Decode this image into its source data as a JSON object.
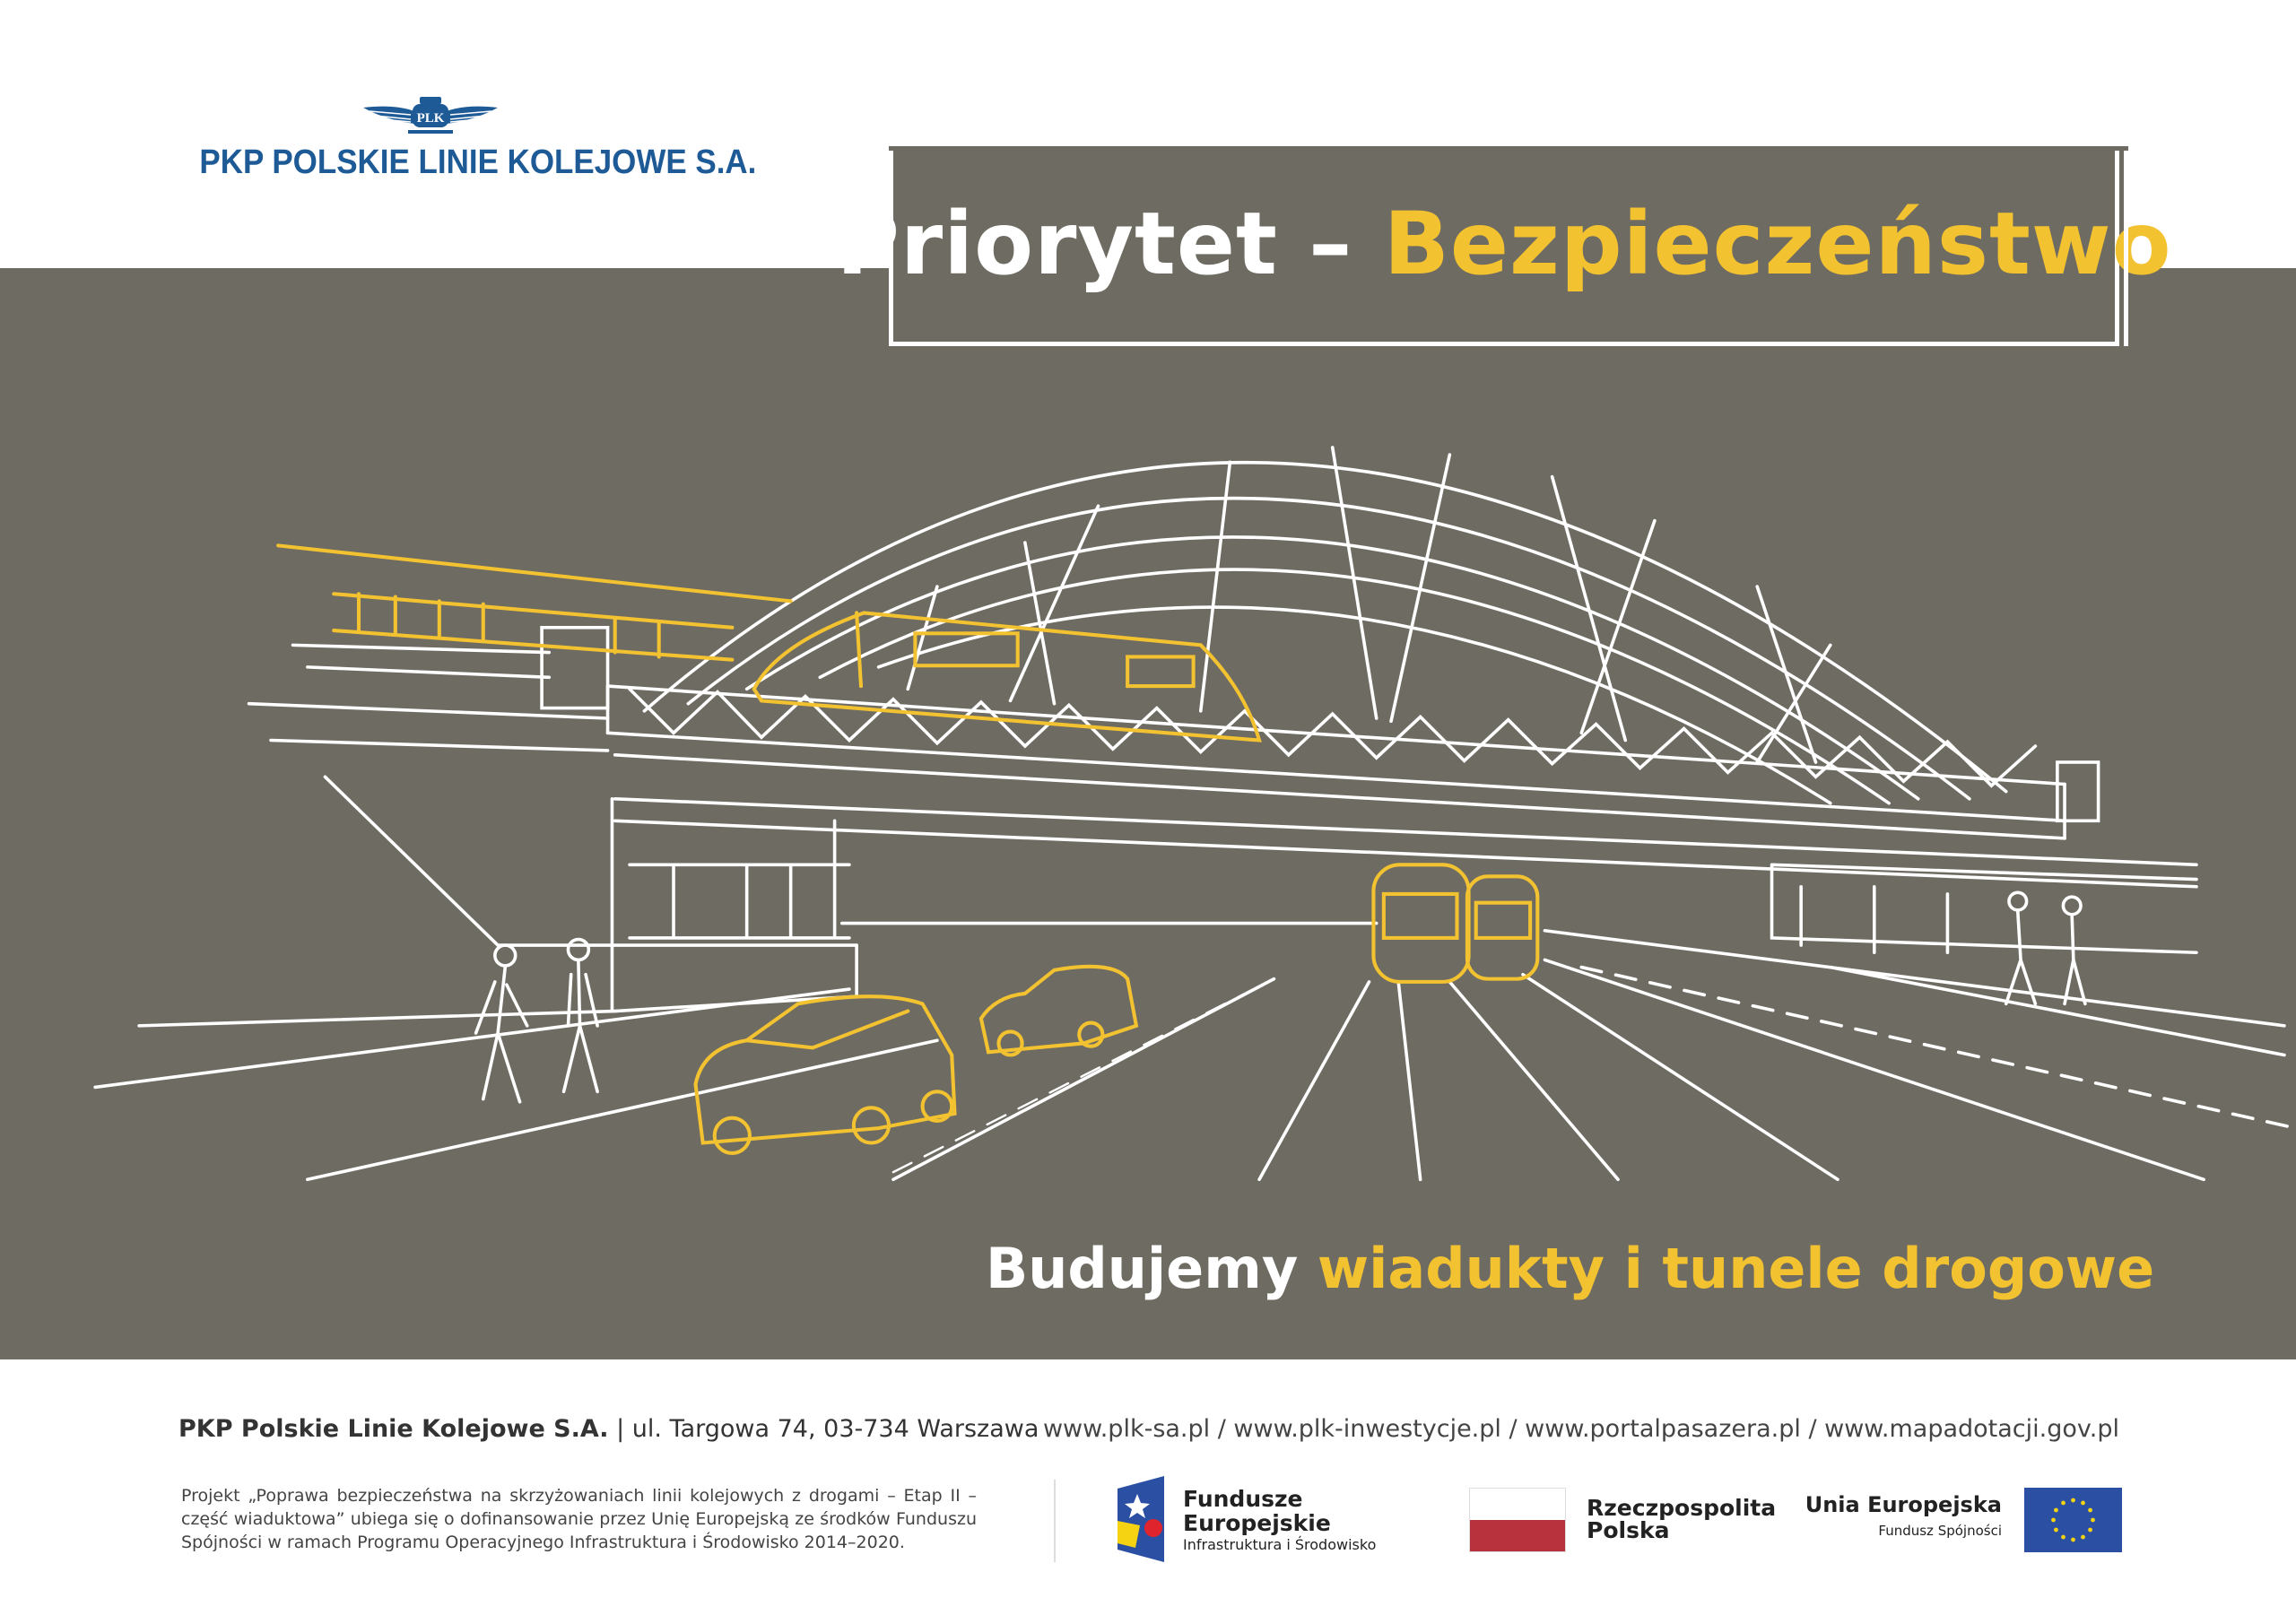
{
  "logo": {
    "emblem_text": "PLK",
    "name": "PKP POLSKIE LINIE KOLEJOWE S.A."
  },
  "title": {
    "part1": "Priorytet – ",
    "part2": "Bezpieczeństwo"
  },
  "subtitle": {
    "part1": "Budujemy ",
    "part2": "wiadukty i tunele drogowe"
  },
  "footer": {
    "company": "PKP Polskie Linie Kolejowe S.A.",
    "address": " | ul. Targowa 74, 03-734 Warszawa",
    "urls": "www.plk-sa.pl  /  www.plk-inwestycje.pl  /  www.portalpasazera.pl  /  www.mapadotacji.gov.pl",
    "project": "Projekt „Poprawa bezpieczeństwa na skrzyżowaniach linii kolejowych z drogami – Etap II – część wiaduktowa” ubiega się o dofinansowanie przez Unię Europejską ze środków Funduszu Spójności w ramach Programu Operacyjnego Infrastruktura i Środowisko 2014–2020.",
    "fe_line1": "Fundusze",
    "fe_line2": "Europejskie",
    "fe_line3": "Infrastruktura i Środowisko",
    "pl_line1": "Rzeczpospolita",
    "pl_line2": "Polska",
    "ue_line1": "Unia Europejska",
    "ue_line2": "Fundusz Spójności"
  },
  "colors": {
    "band": "#6e6b62",
    "accent": "#f3c231",
    "brand": "#1d5a96",
    "pl_red": "#b8323e",
    "eu_blue": "#2a4fa3"
  }
}
